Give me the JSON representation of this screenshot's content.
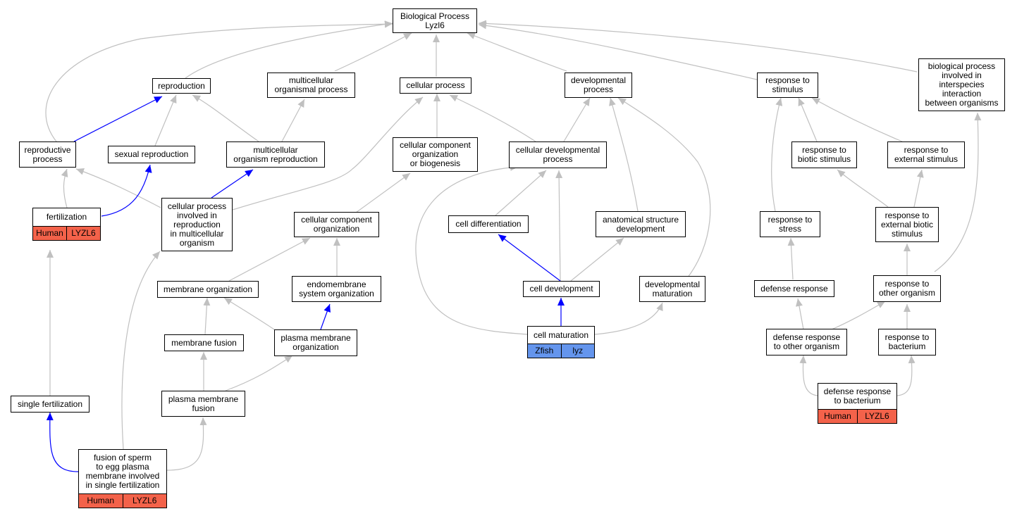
{
  "colors": {
    "edge_gray": "#c0c0c0",
    "edge_blue": "#0000ff",
    "human": "#f3624a",
    "zfish": "#6495ed"
  },
  "nodes": {
    "root": {
      "label": "Biological Process\nLyzl6"
    },
    "reproduction": {
      "label": "reproduction"
    },
    "multicellular_organismal_process": {
      "label": "multicellular\norganismal process"
    },
    "cellular_process": {
      "label": "cellular process"
    },
    "developmental_process": {
      "label": "developmental\nprocess"
    },
    "response_to_stimulus": {
      "label": "response to\nstimulus"
    },
    "bp_interspecies": {
      "label": "biological process\ninvolved in\ninterspecies\ninteraction\nbetween organisms"
    },
    "reproductive_process": {
      "label": "reproductive\nprocess"
    },
    "sexual_reproduction": {
      "label": "sexual reproduction"
    },
    "multicellular_organism_reproduction": {
      "label": "multicellular\norganism reproduction"
    },
    "cellular_component_org_biogenesis": {
      "label": "cellular component\norganization\nor biogenesis"
    },
    "cellular_developmental_process": {
      "label": "cellular developmental\nprocess"
    },
    "response_to_biotic_stimulus": {
      "label": "response to\nbiotic stimulus"
    },
    "response_to_external_stimulus": {
      "label": "response to\nexternal stimulus"
    },
    "fertilization": {
      "label": "fertilization",
      "species": "Human",
      "gene": "LYZL6"
    },
    "cellular_process_reproduction": {
      "label": "cellular process\ninvolved in\nreproduction\nin multicellular\norganism"
    },
    "cellular_component_organization": {
      "label": "cellular component\norganization"
    },
    "cell_differentiation": {
      "label": "cell differentiation"
    },
    "anatomical_structure_development": {
      "label": "anatomical structure\ndevelopment"
    },
    "response_to_stress": {
      "label": "response to\nstress"
    },
    "response_to_external_biotic_stimulus": {
      "label": "response to\nexternal biotic\nstimulus"
    },
    "membrane_organization": {
      "label": "membrane organization"
    },
    "endomembrane_system_organization": {
      "label": "endomembrane\nsystem organization"
    },
    "cell_development": {
      "label": "cell development"
    },
    "developmental_maturation": {
      "label": "developmental\nmaturation"
    },
    "defense_response": {
      "label": "defense response"
    },
    "response_to_other_organism": {
      "label": "response to\nother organism"
    },
    "membrane_fusion": {
      "label": "membrane fusion"
    },
    "plasma_membrane_organization": {
      "label": "plasma membrane\norganization"
    },
    "cell_maturation": {
      "label": "cell maturation",
      "species": "Zfish",
      "gene": "lyz"
    },
    "defense_response_to_other_organism": {
      "label": "defense response\nto other organism"
    },
    "response_to_bacterium": {
      "label": "response to\nbacterium"
    },
    "single_fertilization": {
      "label": "single fertilization"
    },
    "plasma_membrane_fusion": {
      "label": "plasma membrane\nfusion"
    },
    "defense_response_to_bacterium": {
      "label": "defense response\nto bacterium",
      "species": "Human",
      "gene": "LYZL6"
    },
    "fusion_sperm_egg": {
      "label": "fusion of sperm\nto egg plasma\nmembrane involved\nin single fertilization",
      "species": "Human",
      "gene": "LYZL6"
    }
  }
}
